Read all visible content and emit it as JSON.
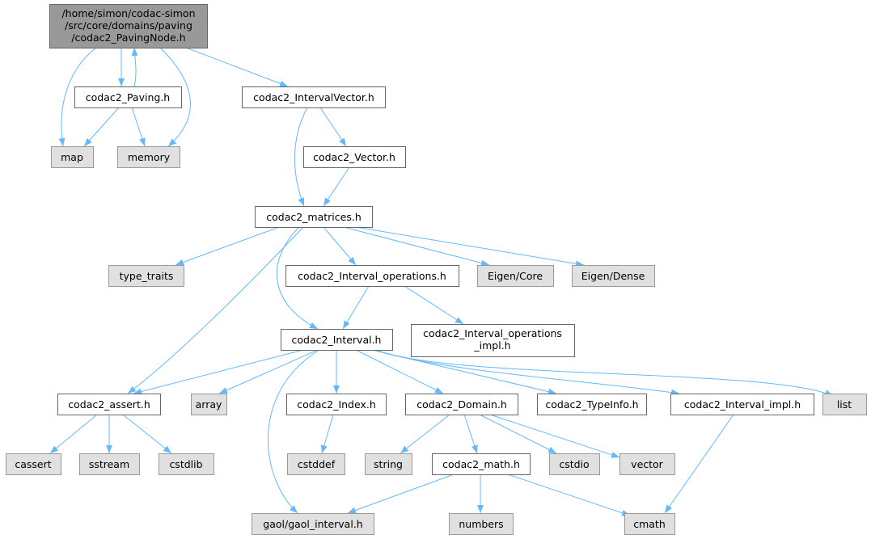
{
  "graph": {
    "edge_color": "#63b8ff",
    "root": {
      "lines": [
        "/home/simon/codac-simon",
        "/src/core/domains/paving",
        "/codac2_PavingNode.h"
      ]
    },
    "nodes": {
      "paving": "codac2_Paving.h",
      "intervalvector": "codac2_IntervalVector.h",
      "map": "map",
      "memory": "memory",
      "vector_h": "codac2_Vector.h",
      "matrices": "codac2_matrices.h",
      "type_traits": "type_traits",
      "interval_ops": "codac2_Interval_operations.h",
      "eigen_core": "Eigen/Core",
      "eigen_dense": "Eigen/Dense",
      "interval": "codac2_Interval.h",
      "ops_impl": [
        "codac2_Interval_operations",
        "_impl.h"
      ],
      "assert": "codac2_assert.h",
      "array": "array",
      "index": "codac2_Index.h",
      "domain": "codac2_Domain.h",
      "typeinfo": "codac2_TypeInfo.h",
      "interval_impl": "codac2_Interval_impl.h",
      "list": "list",
      "cassert": "cassert",
      "sstream": "sstream",
      "cstdlib": "cstdlib",
      "cstddef": "cstddef",
      "string": "string",
      "math": "codac2_math.h",
      "cstdio": "cstdio",
      "vector": "vector",
      "gaol": "gaol/gaol_interval.h",
      "numbers": "numbers",
      "cmath": "cmath"
    }
  }
}
